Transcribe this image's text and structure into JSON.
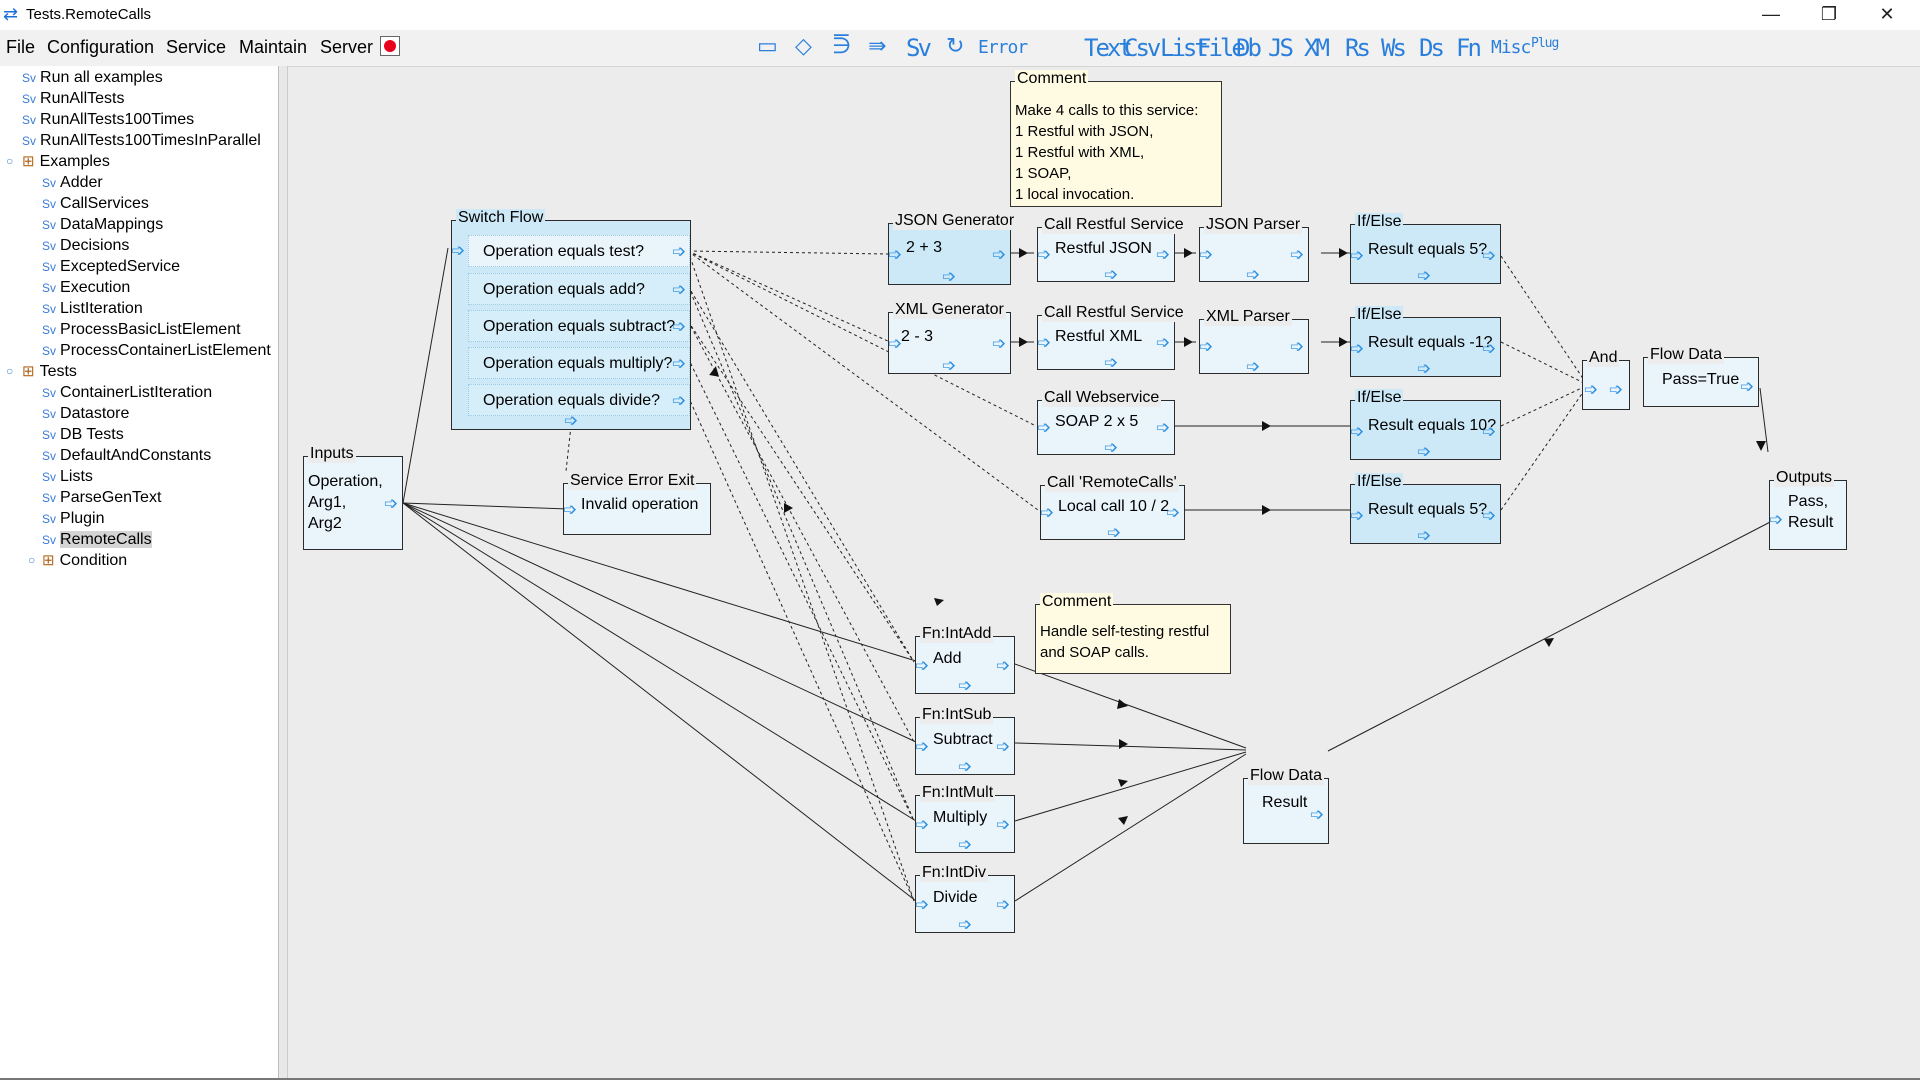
{
  "window": {
    "title": "Tests.RemoteCalls",
    "minimize": "—",
    "restore": "❐",
    "close": "✕"
  },
  "menu": [
    "File",
    "Configuration",
    "Service",
    "Maintain",
    "Server"
  ],
  "toolbar": {
    "icons": [
      "input-icon",
      "decision-icon",
      "switch-icon",
      "flow-icon",
      "service-icon",
      "loop-icon"
    ],
    "sv": "Sv",
    "error": "Error",
    "text_tools": [
      "Text",
      "Csv",
      "List",
      "File",
      "Db",
      "JS",
      "XM",
      "Rs",
      "Ws",
      "Ds",
      "Fn",
      "Misc",
      "Plug"
    ]
  },
  "tree": {
    "items": [
      {
        "label": "Run all examples"
      },
      {
        "label": "RunAllTests"
      },
      {
        "label": "RunAllTests100Times"
      },
      {
        "label": "RunAllTests100TimesInParallel"
      },
      {
        "label": "Examples"
      },
      {
        "label": "Adder"
      },
      {
        "label": "CallServices"
      },
      {
        "label": "DataMappings"
      },
      {
        "label": "Decisions"
      },
      {
        "label": "ExceptedService"
      },
      {
        "label": "Execution"
      },
      {
        "label": "ListIteration"
      },
      {
        "label": "ProcessBasicListElement"
      },
      {
        "label": "ProcessContainerListElement"
      },
      {
        "label": "Tests"
      },
      {
        "label": "ContainerListIteration"
      },
      {
        "label": "Datastore"
      },
      {
        "label": "DB Tests"
      },
      {
        "label": "DefaultAndConstants"
      },
      {
        "label": "Lists"
      },
      {
        "label": "ParseGenText"
      },
      {
        "label": "Plugin"
      },
      {
        "label": "RemoteCalls"
      },
      {
        "label": "Condition"
      }
    ],
    "sv_glyph": "Sv"
  },
  "nodes": {
    "comment1": {
      "title": "Comment",
      "lines": [
        "Make 4 calls to this service:",
        "1 Restful with JSON,",
        "1 Restful with XML,",
        "1 SOAP,",
        "1 local invocation."
      ]
    },
    "switch": {
      "title": "Switch Flow",
      "branches": [
        "Operation equals test?",
        "Operation equals add?",
        "Operation equals subtract?",
        "Operation equals multiply?",
        "Operation equals divide?"
      ]
    },
    "inputs": {
      "title": "Inputs",
      "lines": [
        "Operation,",
        "Arg1,",
        "Arg2"
      ]
    },
    "error_exit": {
      "title": "Service Error Exit",
      "body": "Invalid operation"
    },
    "json_gen": {
      "title": "JSON Generator",
      "body": "2 + 3"
    },
    "xml_gen": {
      "title": "XML Generator",
      "body": "2 - 3"
    },
    "rest_json": {
      "title": "Call Restful Service",
      "body": "Restful JSON"
    },
    "rest_xml": {
      "title": "Call Restful Service",
      "body": "Restful XML"
    },
    "json_parser": {
      "title": "JSON Parser",
      "body": ""
    },
    "xml_parser": {
      "title": "XML Parser",
      "body": ""
    },
    "webservice": {
      "title": "Call Webservice",
      "body": "SOAP 2 x 5"
    },
    "local_call": {
      "title": "Call 'RemoteCalls'",
      "body": "Local call 10 / 2"
    },
    "ifelse1": {
      "title": "If/Else",
      "body": "Result equals 5?"
    },
    "ifelse2": {
      "title": "If/Else",
      "body": "Result equals -1?"
    },
    "ifelse3": {
      "title": "If/Else",
      "body": "Result equals 10?"
    },
    "ifelse4": {
      "title": "If/Else",
      "body": "Result equals 5?"
    },
    "and": {
      "title": "And",
      "body": ""
    },
    "flow_pass": {
      "title": "Flow Data",
      "body": "Pass=True"
    },
    "outputs": {
      "title": "Outputs",
      "lines": [
        "Pass,",
        "Result"
      ]
    },
    "comment2": {
      "title": "Comment",
      "lines": [
        "Handle self-testing restful",
        "and SOAP calls."
      ]
    },
    "fn_add": {
      "title": "Fn:IntAdd",
      "body": "Add"
    },
    "fn_sub": {
      "title": "Fn:IntSub",
      "body": "Subtract"
    },
    "fn_mult": {
      "title": "Fn:IntMult",
      "body": "Multiply"
    },
    "fn_div": {
      "title": "Fn:IntDiv",
      "body": "Divide"
    },
    "flow_result": {
      "title": "Flow Data",
      "body": "Result"
    }
  },
  "colors": {
    "accent": "#2a7fdc",
    "node_fill": "#eaf4fb",
    "comment_fill": "#fffbe3",
    "status_red": "#e8001c"
  }
}
